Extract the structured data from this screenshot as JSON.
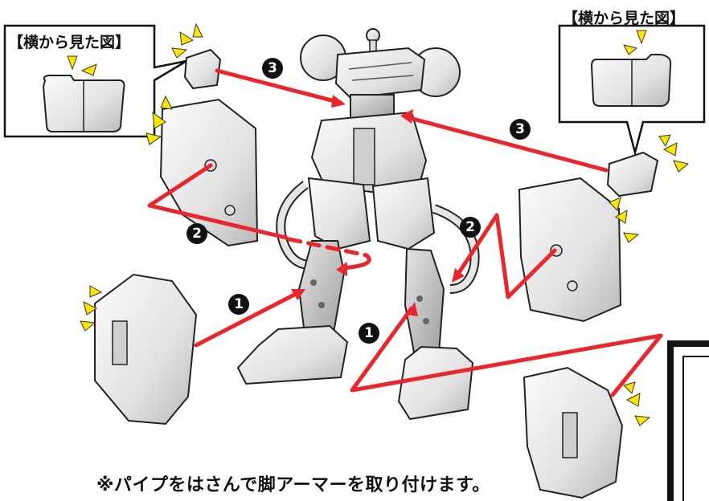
{
  "callouts": {
    "left_title": "【横から見た図】",
    "right_title": "【横から見た図】"
  },
  "steps": {
    "one": "1",
    "two": "2",
    "three": "3"
  },
  "caption": "※パイプをはさんで脚アーマーを取り付けます。",
  "colors": {
    "arrow": "#e8262b",
    "highlight": "#ffe600",
    "part_fill": "#efefef",
    "outline": "#222222"
  }
}
